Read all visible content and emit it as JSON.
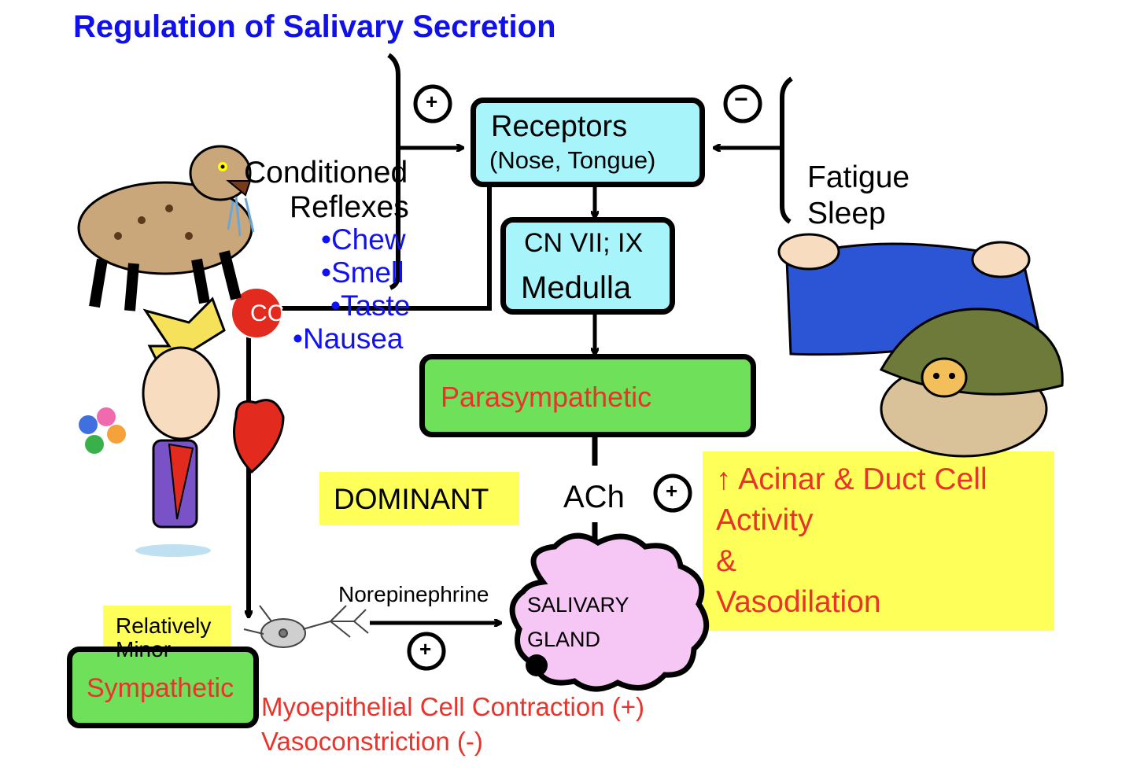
{
  "title": "Regulation of Salivary Secretion",
  "receptors": {
    "label": "Receptors",
    "sub": "(Nose, Tongue)"
  },
  "cn": {
    "line1": "CN VII; IX",
    "line2": "Medulla"
  },
  "parasympathetic": "Parasympathetic",
  "sympathetic": "Sympathetic",
  "relatively_minor": [
    "Relatively",
    "Minor"
  ],
  "dominant": "DOMINANT",
  "ach": "ACh",
  "conditioned": [
    "Conditioned",
    "Reflexes"
  ],
  "stimuli": [
    "•Chew",
    "•Smell",
    "•Taste",
    "•Nausea"
  ],
  "inhibitors": [
    "Fatigue",
    "Sleep"
  ],
  "plus_sign": "+",
  "minus_sign": "−",
  "cc_label": "CC",
  "norepinephrine": "Norepinephrine",
  "gland": [
    "SALIVARY",
    "GLAND"
  ],
  "effect_para": [
    "↑ Acinar & Duct Cell",
    "Activity",
    "&",
    "Vasodilation"
  ],
  "effect_symp": [
    "Myoepithelial Cell Contraction (+)",
    "Vasoconstriction (-)"
  ],
  "colors": {
    "title": "#1010e8",
    "box_cyan": "#a8f4fb",
    "box_green": "#6ee05a",
    "highlight": "#ffff5a",
    "gland": "#f6c6f4",
    "effect_red": "#e8342a"
  }
}
